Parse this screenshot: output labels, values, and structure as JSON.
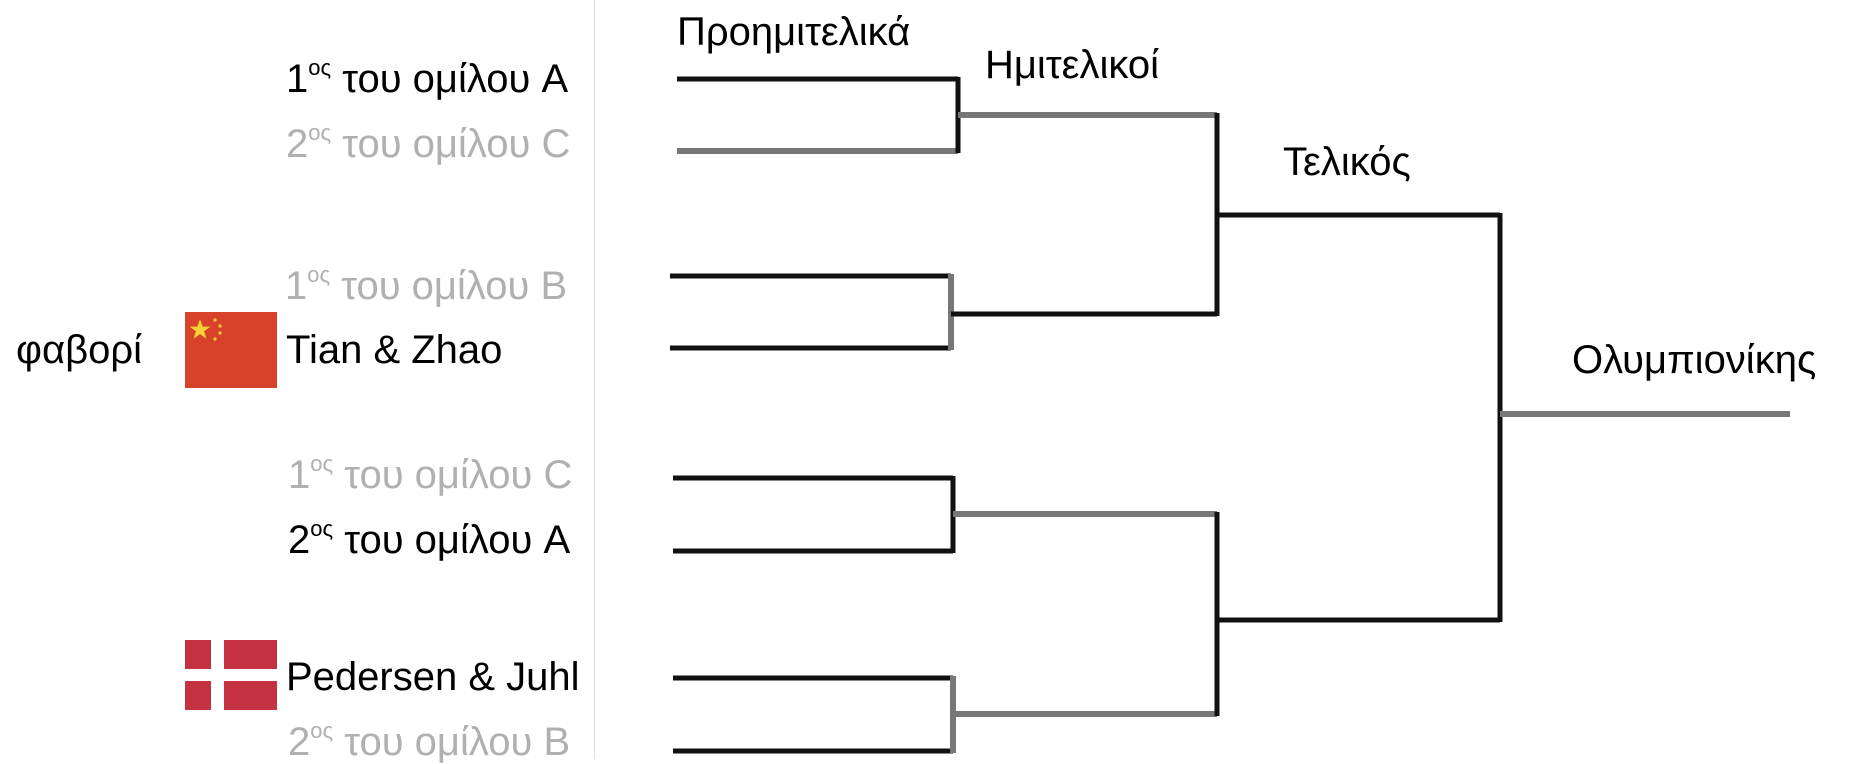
{
  "rounds": {
    "quarterfinals": "Προημιτελικά",
    "semifinals": "Ημιτελικοί",
    "final": "Τελικός",
    "champion": "Ολυμπιονίκης"
  },
  "favorite_label": "φαβορί",
  "entries": [
    {
      "num": "1",
      "sup": "ος",
      "text": " του ομίλου A"
    },
    {
      "num": "2",
      "sup": "ος",
      "text": " του ομίλου C"
    },
    {
      "num": "1",
      "sup": "ος",
      "text": " του ομίλου B"
    },
    {
      "text": "Tian & Zhao"
    },
    {
      "num": "1",
      "sup": "ος",
      "text": " του ομίλου C"
    },
    {
      "num": "2",
      "sup": "ος",
      "text": " του ομίλου A"
    },
    {
      "text": "Pedersen & Juhl"
    },
    {
      "num": "2",
      "sup": "ος",
      "text": " του ομίλου B"
    }
  ],
  "colors": {
    "active": "#000000",
    "dim": "#b0b0b0",
    "line_dark": "#111111",
    "line_gray": "#777777",
    "china_red": "#de2910",
    "china_star": "#ffde00",
    "denmark_red": "#c8102e"
  }
}
